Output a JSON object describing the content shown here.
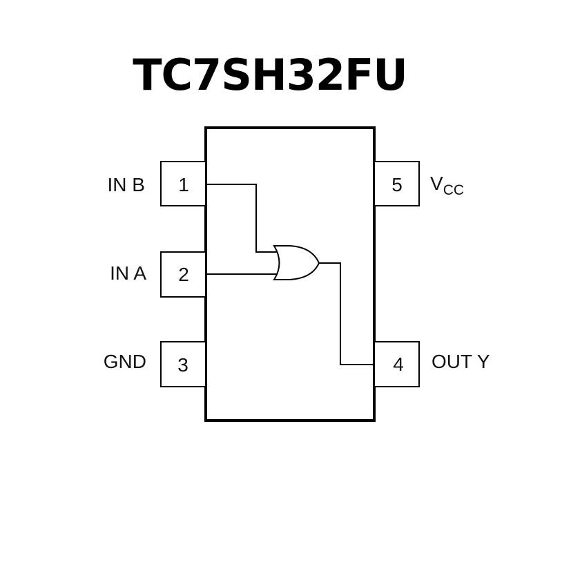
{
  "title": "TC7SH32FU",
  "package": {
    "gate_type": "OR",
    "pins": [
      {
        "number": "1",
        "label": "IN B",
        "side": "left"
      },
      {
        "number": "2",
        "label": "IN A",
        "side": "left"
      },
      {
        "number": "3",
        "label": "GND",
        "side": "left"
      },
      {
        "number": "4",
        "label": "OUT Y",
        "side": "right"
      },
      {
        "number": "5",
        "label_main": "V",
        "label_sub": "CC",
        "side": "right"
      }
    ]
  }
}
